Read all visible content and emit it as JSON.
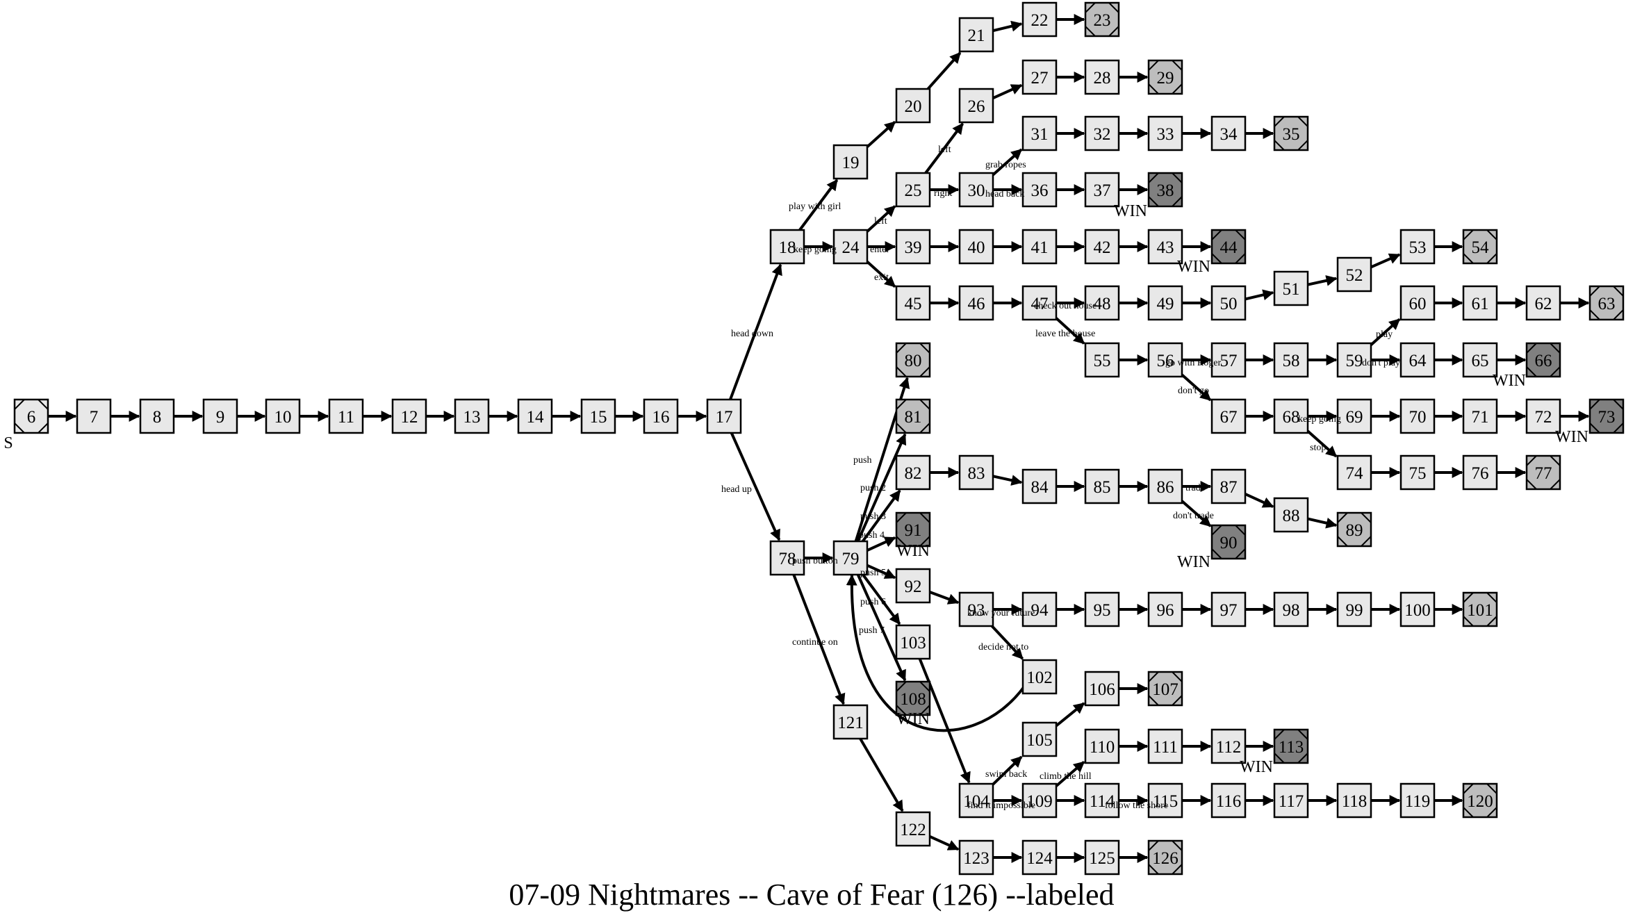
{
  "title": "07-09 Nightmares -- Cave of Fear (126) --labeled",
  "start_label": "S",
  "win_label": "WIN",
  "colors": {
    "normal": "#e8e8e8",
    "ending": "#bdbdbd",
    "win": "#808080",
    "stroke": "#000000"
  },
  "nodes": [
    {
      "id": "6",
      "type": "start"
    },
    {
      "id": "7"
    },
    {
      "id": "8"
    },
    {
      "id": "9"
    },
    {
      "id": "10"
    },
    {
      "id": "11"
    },
    {
      "id": "12"
    },
    {
      "id": "13"
    },
    {
      "id": "14"
    },
    {
      "id": "15"
    },
    {
      "id": "16"
    },
    {
      "id": "17"
    },
    {
      "id": "18"
    },
    {
      "id": "19"
    },
    {
      "id": "20"
    },
    {
      "id": "21"
    },
    {
      "id": "22"
    },
    {
      "id": "23",
      "type": "ending"
    },
    {
      "id": "24"
    },
    {
      "id": "25"
    },
    {
      "id": "26"
    },
    {
      "id": "27"
    },
    {
      "id": "28"
    },
    {
      "id": "29",
      "type": "ending"
    },
    {
      "id": "30"
    },
    {
      "id": "31"
    },
    {
      "id": "32"
    },
    {
      "id": "33"
    },
    {
      "id": "34"
    },
    {
      "id": "35",
      "type": "ending"
    },
    {
      "id": "36"
    },
    {
      "id": "37"
    },
    {
      "id": "38",
      "type": "win"
    },
    {
      "id": "39"
    },
    {
      "id": "40"
    },
    {
      "id": "41"
    },
    {
      "id": "42"
    },
    {
      "id": "43"
    },
    {
      "id": "44",
      "type": "win"
    },
    {
      "id": "45"
    },
    {
      "id": "46"
    },
    {
      "id": "47"
    },
    {
      "id": "48"
    },
    {
      "id": "49"
    },
    {
      "id": "50"
    },
    {
      "id": "51"
    },
    {
      "id": "52"
    },
    {
      "id": "53"
    },
    {
      "id": "54",
      "type": "ending"
    },
    {
      "id": "55"
    },
    {
      "id": "56"
    },
    {
      "id": "57"
    },
    {
      "id": "58"
    },
    {
      "id": "59"
    },
    {
      "id": "60"
    },
    {
      "id": "61"
    },
    {
      "id": "62"
    },
    {
      "id": "63",
      "type": "ending"
    },
    {
      "id": "64"
    },
    {
      "id": "65"
    },
    {
      "id": "66",
      "type": "win"
    },
    {
      "id": "67"
    },
    {
      "id": "68"
    },
    {
      "id": "69"
    },
    {
      "id": "70"
    },
    {
      "id": "71"
    },
    {
      "id": "72"
    },
    {
      "id": "73",
      "type": "win"
    },
    {
      "id": "74"
    },
    {
      "id": "75"
    },
    {
      "id": "76"
    },
    {
      "id": "77",
      "type": "ending"
    },
    {
      "id": "78"
    },
    {
      "id": "79"
    },
    {
      "id": "80",
      "type": "ending"
    },
    {
      "id": "81",
      "type": "ending"
    },
    {
      "id": "82"
    },
    {
      "id": "83"
    },
    {
      "id": "84"
    },
    {
      "id": "85"
    },
    {
      "id": "86"
    },
    {
      "id": "87"
    },
    {
      "id": "88"
    },
    {
      "id": "89",
      "type": "ending"
    },
    {
      "id": "90",
      "type": "win"
    },
    {
      "id": "91",
      "type": "win"
    },
    {
      "id": "92"
    },
    {
      "id": "93"
    },
    {
      "id": "94"
    },
    {
      "id": "95"
    },
    {
      "id": "96"
    },
    {
      "id": "97"
    },
    {
      "id": "98"
    },
    {
      "id": "99"
    },
    {
      "id": "100"
    },
    {
      "id": "101",
      "type": "ending"
    },
    {
      "id": "102"
    },
    {
      "id": "103"
    },
    {
      "id": "104"
    },
    {
      "id": "105"
    },
    {
      "id": "106"
    },
    {
      "id": "107",
      "type": "ending"
    },
    {
      "id": "108",
      "type": "win"
    },
    {
      "id": "109"
    },
    {
      "id": "110"
    },
    {
      "id": "111"
    },
    {
      "id": "112"
    },
    {
      "id": "113",
      "type": "win"
    },
    {
      "id": "114"
    },
    {
      "id": "115"
    },
    {
      "id": "116"
    },
    {
      "id": "117"
    },
    {
      "id": "118"
    },
    {
      "id": "119"
    },
    {
      "id": "120",
      "type": "ending"
    },
    {
      "id": "121"
    },
    {
      "id": "122"
    },
    {
      "id": "123"
    },
    {
      "id": "124"
    },
    {
      "id": "125"
    },
    {
      "id": "126",
      "type": "ending"
    }
  ],
  "edges": [
    {
      "from": "6",
      "to": "7"
    },
    {
      "from": "7",
      "to": "8"
    },
    {
      "from": "8",
      "to": "9"
    },
    {
      "from": "9",
      "to": "10"
    },
    {
      "from": "10",
      "to": "11"
    },
    {
      "from": "11",
      "to": "12"
    },
    {
      "from": "12",
      "to": "13"
    },
    {
      "from": "13",
      "to": "14"
    },
    {
      "from": "14",
      "to": "15"
    },
    {
      "from": "15",
      "to": "16"
    },
    {
      "from": "16",
      "to": "17"
    },
    {
      "from": "17",
      "to": "18",
      "label": "head down"
    },
    {
      "from": "17",
      "to": "78",
      "label": "head up"
    },
    {
      "from": "18",
      "to": "19",
      "label": "play with girl"
    },
    {
      "from": "18",
      "to": "24",
      "label": "keep going"
    },
    {
      "from": "19",
      "to": "20"
    },
    {
      "from": "20",
      "to": "21"
    },
    {
      "from": "21",
      "to": "22"
    },
    {
      "from": "22",
      "to": "23"
    },
    {
      "from": "24",
      "to": "25",
      "label": "left"
    },
    {
      "from": "24",
      "to": "39",
      "label": "enter"
    },
    {
      "from": "24",
      "to": "45",
      "label": "exit"
    },
    {
      "from": "25",
      "to": "26",
      "label": "left"
    },
    {
      "from": "25",
      "to": "30",
      "label": "right"
    },
    {
      "from": "26",
      "to": "27"
    },
    {
      "from": "27",
      "to": "28"
    },
    {
      "from": "28",
      "to": "29"
    },
    {
      "from": "30",
      "to": "31",
      "label": "grab ropes"
    },
    {
      "from": "30",
      "to": "36",
      "label": "head back"
    },
    {
      "from": "31",
      "to": "32"
    },
    {
      "from": "32",
      "to": "33"
    },
    {
      "from": "33",
      "to": "34"
    },
    {
      "from": "34",
      "to": "35"
    },
    {
      "from": "36",
      "to": "37"
    },
    {
      "from": "37",
      "to": "38"
    },
    {
      "from": "39",
      "to": "40"
    },
    {
      "from": "40",
      "to": "41"
    },
    {
      "from": "41",
      "to": "42"
    },
    {
      "from": "42",
      "to": "43"
    },
    {
      "from": "43",
      "to": "44"
    },
    {
      "from": "45",
      "to": "46"
    },
    {
      "from": "46",
      "to": "47"
    },
    {
      "from": "47",
      "to": "48",
      "label": "check out house"
    },
    {
      "from": "47",
      "to": "55",
      "label": "leave the house"
    },
    {
      "from": "48",
      "to": "49"
    },
    {
      "from": "49",
      "to": "50"
    },
    {
      "from": "50",
      "to": "51"
    },
    {
      "from": "51",
      "to": "52"
    },
    {
      "from": "52",
      "to": "53"
    },
    {
      "from": "53",
      "to": "54"
    },
    {
      "from": "55",
      "to": "56"
    },
    {
      "from": "56",
      "to": "57",
      "label": "go with Roger"
    },
    {
      "from": "56",
      "to": "67",
      "label": "don't go"
    },
    {
      "from": "57",
      "to": "58"
    },
    {
      "from": "58",
      "to": "59"
    },
    {
      "from": "59",
      "to": "60",
      "label": "play"
    },
    {
      "from": "59",
      "to": "64",
      "label": "don't play"
    },
    {
      "from": "60",
      "to": "61"
    },
    {
      "from": "61",
      "to": "62"
    },
    {
      "from": "62",
      "to": "63"
    },
    {
      "from": "64",
      "to": "65"
    },
    {
      "from": "65",
      "to": "66"
    },
    {
      "from": "67",
      "to": "68"
    },
    {
      "from": "68",
      "to": "69",
      "label": "keep going"
    },
    {
      "from": "68",
      "to": "74",
      "label": "stop"
    },
    {
      "from": "69",
      "to": "70"
    },
    {
      "from": "70",
      "to": "71"
    },
    {
      "from": "71",
      "to": "72"
    },
    {
      "from": "72",
      "to": "73"
    },
    {
      "from": "74",
      "to": "75"
    },
    {
      "from": "75",
      "to": "76"
    },
    {
      "from": "76",
      "to": "77"
    },
    {
      "from": "78",
      "to": "79",
      "label": "push button"
    },
    {
      "from": "78",
      "to": "121",
      "label": "continue on"
    },
    {
      "from": "79",
      "to": "80",
      "label": "push"
    },
    {
      "from": "79",
      "to": "81",
      "label": "push 2"
    },
    {
      "from": "79",
      "to": "82",
      "label": "push 3"
    },
    {
      "from": "79",
      "to": "91",
      "label": "push 4"
    },
    {
      "from": "79",
      "to": "92",
      "label": "push 5"
    },
    {
      "from": "79",
      "to": "103",
      "label": "push 6"
    },
    {
      "from": "79",
      "to": "108",
      "label": "push 7"
    },
    {
      "from": "82",
      "to": "83"
    },
    {
      "from": "83",
      "to": "84"
    },
    {
      "from": "84",
      "to": "85"
    },
    {
      "from": "85",
      "to": "86"
    },
    {
      "from": "86",
      "to": "87",
      "label": "trade"
    },
    {
      "from": "86",
      "to": "90",
      "label": "don't trade"
    },
    {
      "from": "87",
      "to": "88"
    },
    {
      "from": "88",
      "to": "89"
    },
    {
      "from": "92",
      "to": "93"
    },
    {
      "from": "93",
      "to": "94",
      "label": "know your future"
    },
    {
      "from": "93",
      "to": "102",
      "label": "decide not to"
    },
    {
      "from": "94",
      "to": "95"
    },
    {
      "from": "95",
      "to": "96"
    },
    {
      "from": "96",
      "to": "97"
    },
    {
      "from": "97",
      "to": "98"
    },
    {
      "from": "98",
      "to": "99"
    },
    {
      "from": "99",
      "to": "100"
    },
    {
      "from": "100",
      "to": "101"
    },
    {
      "from": "102",
      "to": "79"
    },
    {
      "from": "103",
      "to": "104"
    },
    {
      "from": "104",
      "to": "105",
      "label": "swim back"
    },
    {
      "from": "104",
      "to": "109",
      "label": "find it impossible"
    },
    {
      "from": "105",
      "to": "106"
    },
    {
      "from": "106",
      "to": "107"
    },
    {
      "from": "109",
      "to": "110",
      "label": "climb the hill"
    },
    {
      "from": "109",
      "to": "114",
      "label": "follow the shore"
    },
    {
      "from": "110",
      "to": "111"
    },
    {
      "from": "111",
      "to": "112"
    },
    {
      "from": "112",
      "to": "113"
    },
    {
      "from": "114",
      "to": "115"
    },
    {
      "from": "115",
      "to": "116"
    },
    {
      "from": "116",
      "to": "117"
    },
    {
      "from": "117",
      "to": "118"
    },
    {
      "from": "118",
      "to": "119"
    },
    {
      "from": "119",
      "to": "120"
    },
    {
      "from": "121",
      "to": "122"
    },
    {
      "from": "122",
      "to": "123"
    },
    {
      "from": "123",
      "to": "124"
    },
    {
      "from": "124",
      "to": "125"
    },
    {
      "from": "125",
      "to": "126"
    }
  ]
}
